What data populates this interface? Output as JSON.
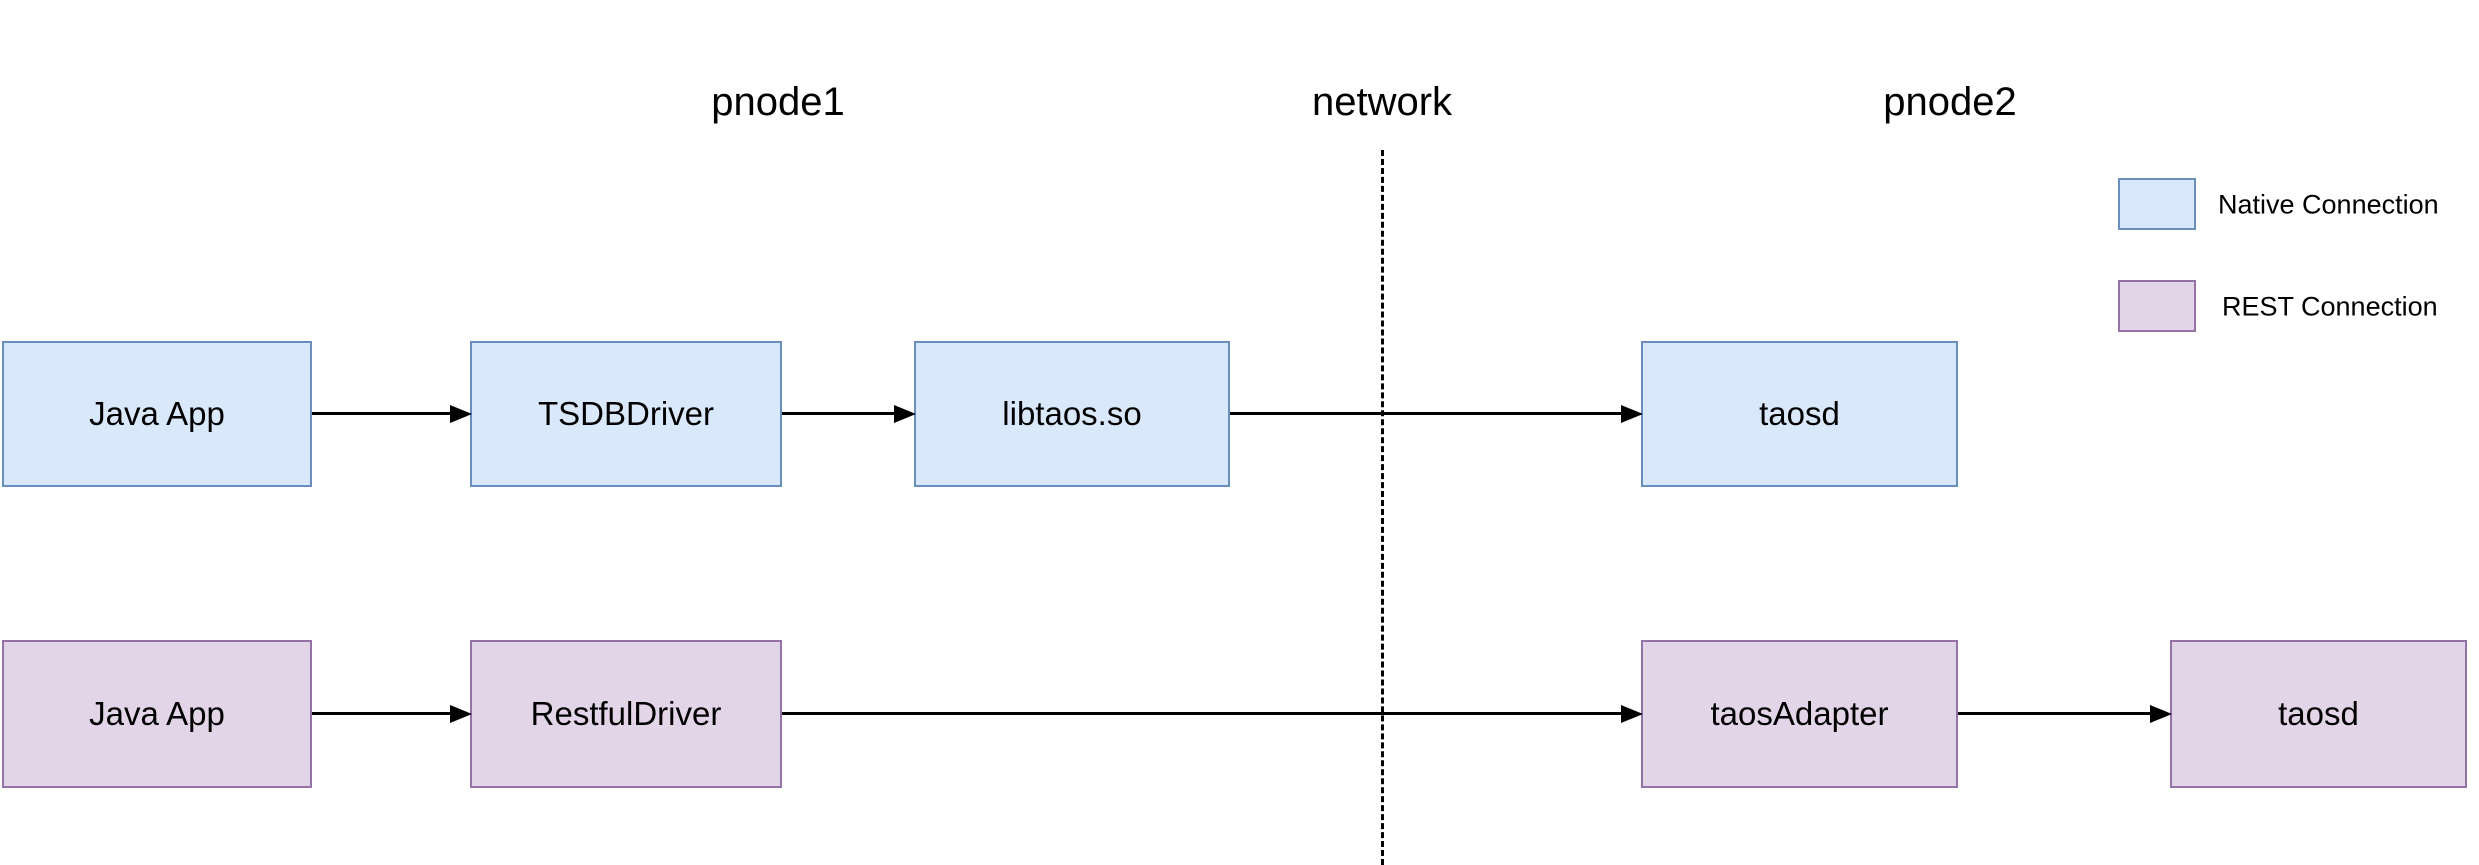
{
  "diagram": {
    "region_labels": {
      "pnode1": "pnode1",
      "network": "network",
      "pnode2": "pnode2"
    },
    "flows": {
      "native": {
        "name": "Native Connection",
        "fill": "#dae8fc",
        "border": "#6c8ebf",
        "nodes": [
          "Java App",
          "TSDBDriver",
          "libtaos.so",
          "taosd"
        ]
      },
      "rest": {
        "name": "REST Connection",
        "fill": "#e1d5e7",
        "border": "#9673a6",
        "nodes": [
          "Java App",
          "RestfulDriver",
          "taosAdapter",
          "taosd"
        ]
      }
    },
    "legend": {
      "items": [
        {
          "label": "Native Connection",
          "swatch": "#dae8fc"
        },
        {
          "label": "REST Connection",
          "swatch": "#e1d5e7"
        }
      ]
    },
    "colors": {
      "arrow": "#000000",
      "divider": "#000000",
      "background": "#ffffff"
    }
  }
}
